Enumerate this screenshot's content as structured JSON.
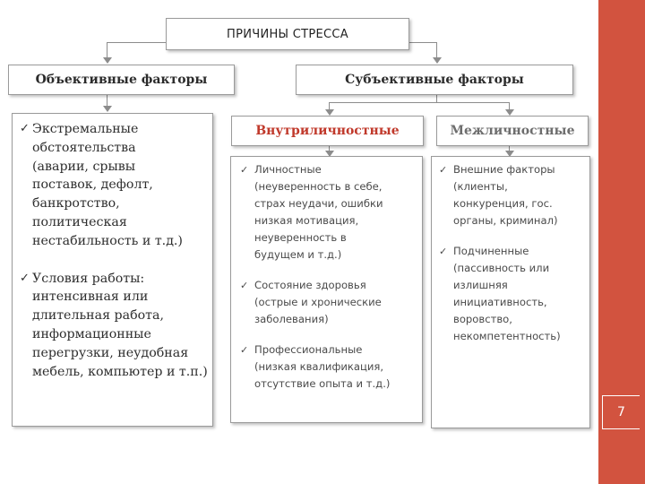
{
  "title": "ПРИЧИНЫ СТРЕССА",
  "objective": {
    "header": "Объективные факторы",
    "items": [
      {
        "text": "Экстремальные\nобстоятельства\n(аварии, срывы\nпоставок,  дефолт,\nбанкротство,\nполитическая\nнестабильность и т.д.)"
      },
      {
        "text": "Условия работы:\nинтенсивная или\nдлительная работа,\nинформационные\nперегрузки, неудобная\nмебель, компьютер и т.п.)"
      }
    ]
  },
  "subjective": {
    "header": "Субъективные факторы",
    "intrapersonal": {
      "header": "Внутриличностные",
      "items": [
        {
          "text": "Личностные\n(неуверенность в себе,\nстрах неудачи, ошибки\nнизкая мотивация,\nнеуверенность в\nбудущем и т.д.)"
        },
        {
          "text": "Состояние здоровья\n(острые и хронические\nзаболевания)"
        },
        {
          "text": "Профессиональные\n(низкая квалификация,\nотсутствие опыта и т.д.)"
        }
      ]
    },
    "interpersonal": {
      "header": "Межличностные",
      "items": [
        {
          "text": "Внешние факторы\n(клиенты,\nконкуренция, гос.\nорганы, криминал)"
        },
        {
          "text": "Подчиненные\n(пассивность или\nизлишняя\nинициативность,\nворовство,\nнекомпетентность)"
        }
      ]
    }
  },
  "page_number": "7",
  "colors": {
    "accent": "#d2533f",
    "intrapersonal_header": "#c0392b",
    "interpersonal_header": "#6d6d6d",
    "connector": "#8c8c8c"
  }
}
